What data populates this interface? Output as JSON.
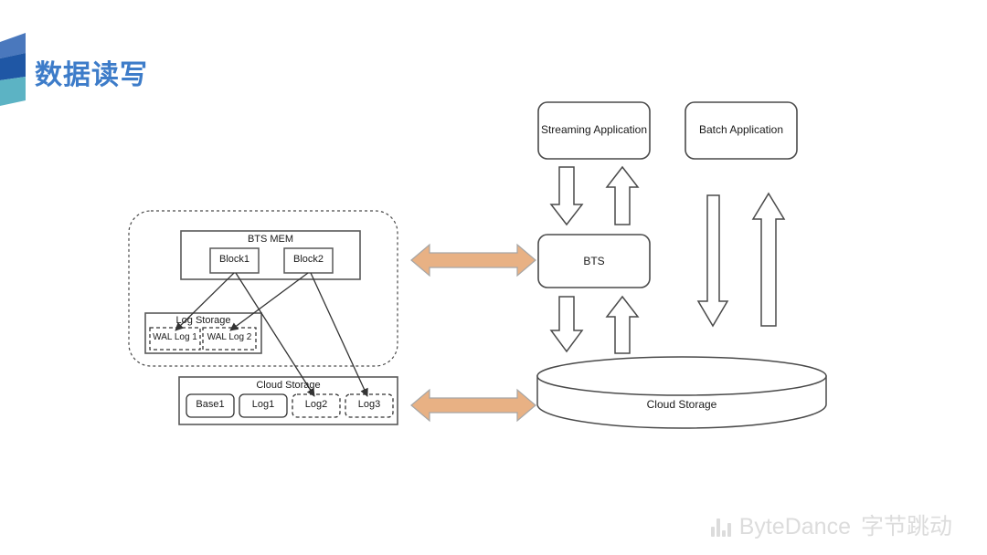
{
  "slide": {
    "title": "数据读写",
    "title_color": "#3d7cc9",
    "logo_colors": [
      "#4a78bd",
      "#1f57a5",
      "#5cb3c4"
    ]
  },
  "footer": {
    "brand_latin": "ByteDance",
    "brand_cn": "字节跳动",
    "brand_color": "#dcdcdc"
  },
  "left_diagram": {
    "container_label": "",
    "bts_mem": {
      "title": "BTS MEM",
      "blocks": [
        {
          "label": "Block1"
        },
        {
          "label": "Block2"
        }
      ]
    },
    "log_storage": {
      "title": "Log Storage",
      "logs": [
        {
          "label": "WAL Log 1",
          "style": "dashed"
        },
        {
          "label": "WAL Log 2",
          "style": "dashed"
        }
      ]
    },
    "cloud_storage": {
      "title": "Cloud Storage",
      "files": [
        {
          "label": "Base1",
          "style": "solid"
        },
        {
          "label": "Log1",
          "style": "solid"
        },
        {
          "label": "Log2",
          "style": "dashed"
        },
        {
          "label": "Log3",
          "style": "dashed"
        }
      ]
    },
    "edges": [
      {
        "from": "Block1",
        "to": "WAL Log 1"
      },
      {
        "from": "Block1",
        "to": "Log2"
      },
      {
        "from": "Block2",
        "to": "WAL Log 2"
      },
      {
        "from": "Block2",
        "to": "Log3"
      }
    ]
  },
  "connectors": {
    "color": "#e8b184",
    "outline": "#a6a6a6",
    "arrows": [
      {
        "name": "mem-to-bts",
        "direction": "bidirectional"
      },
      {
        "name": "cloud-to-cloud",
        "direction": "bidirectional"
      }
    ]
  },
  "right_diagram": {
    "streaming_application": {
      "label": "Streaming Application"
    },
    "batch_application": {
      "label": "Batch Application"
    },
    "bts": {
      "label": "BTS"
    },
    "cloud_storage": {
      "label": "Cloud Storage"
    },
    "flows": [
      {
        "name": "streaming-to-bts",
        "direction": "down"
      },
      {
        "name": "bts-to-streaming",
        "direction": "up"
      },
      {
        "name": "bts-to-cloud",
        "direction": "down"
      },
      {
        "name": "cloud-to-bts",
        "direction": "up"
      },
      {
        "name": "batch-to-cloud",
        "direction": "down"
      },
      {
        "name": "cloud-to-batch",
        "direction": "up"
      }
    ]
  }
}
